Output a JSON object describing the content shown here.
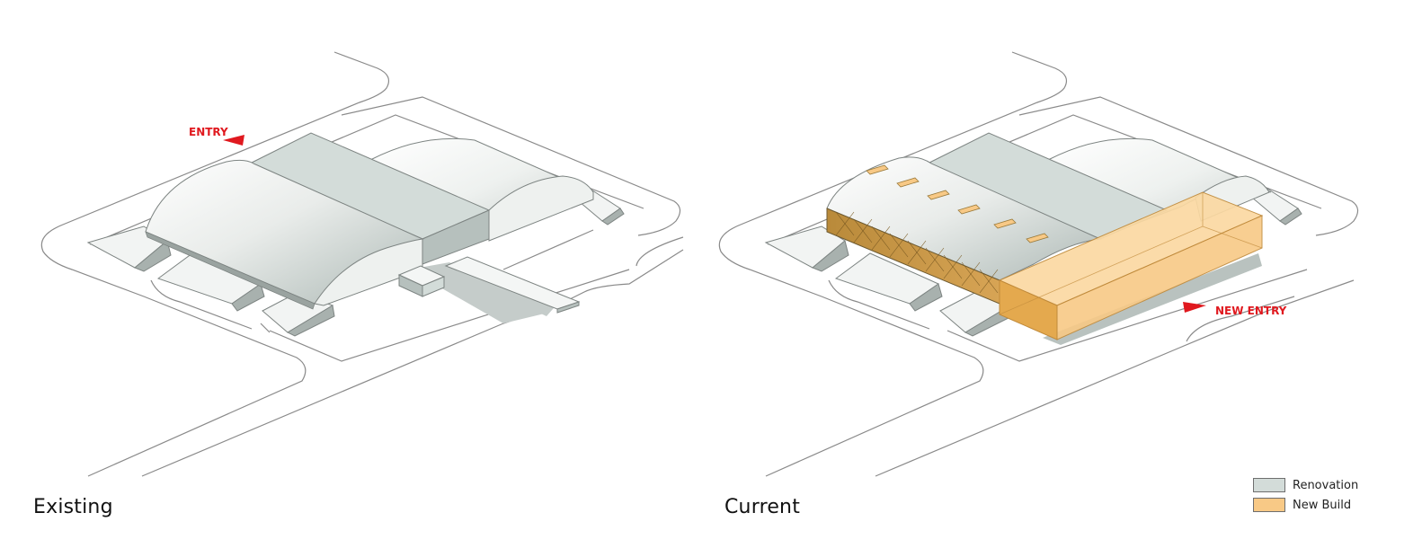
{
  "panels": {
    "existing": {
      "caption": "Existing",
      "entry_label": "ENTRY"
    },
    "current": {
      "caption": "Current",
      "entry_label": "NEW ENTRY"
    }
  },
  "legend": [
    {
      "label": "Renovation",
      "color": "#d3dcd9"
    },
    {
      "label": "New Build",
      "color": "#f8c986"
    }
  ],
  "colors": {
    "accent_red": "#e0191f",
    "renovation": "#d3dcd9",
    "new_build": "#f8c986",
    "site_lines": "#8a8a8a"
  }
}
